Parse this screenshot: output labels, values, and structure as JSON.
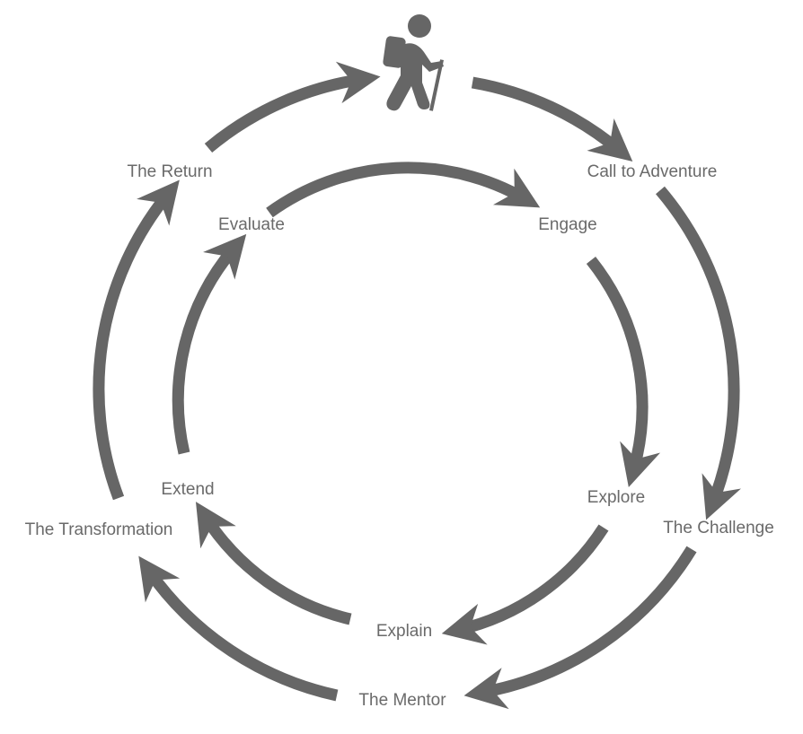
{
  "diagram": {
    "title_icon": "hiker-icon",
    "outer_cycle": [
      "Call to Adventure",
      "The Challenge",
      "The Mentor",
      "The Transformation",
      "The Return"
    ],
    "inner_cycle": [
      "Engage",
      "Explore",
      "Explain",
      "Extend",
      "Evaluate"
    ],
    "color": "#666666"
  }
}
